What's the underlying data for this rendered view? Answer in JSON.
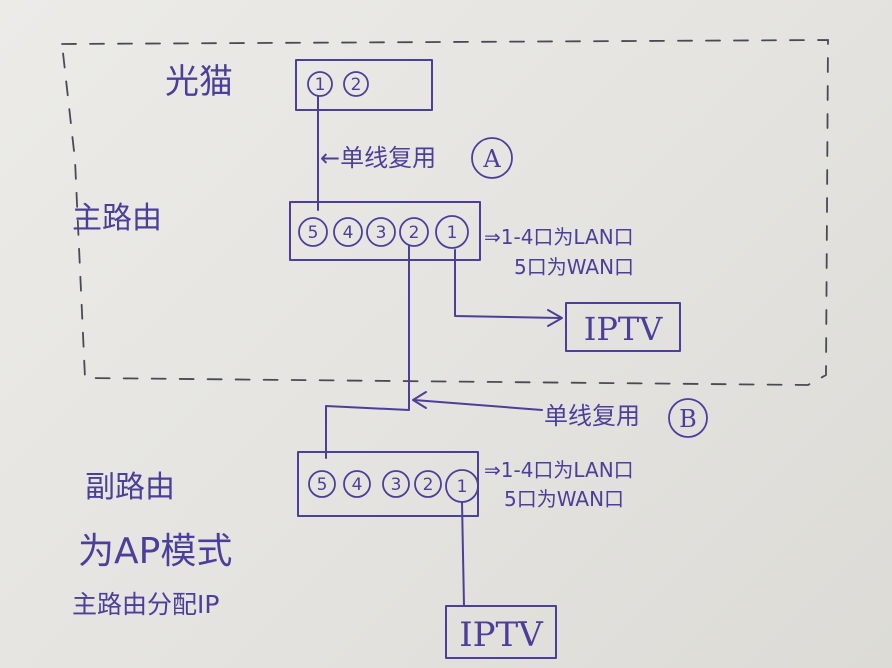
{
  "modem": {
    "label": "光猫",
    "ports": [
      "1",
      "2"
    ]
  },
  "link_a": {
    "label": "←单线复用",
    "tag": "A"
  },
  "main_router": {
    "label": "主路由",
    "ports": [
      "5",
      "4",
      "3",
      "2",
      "1"
    ],
    "note_line1": "⇒1-4口为LAN口",
    "note_line2": "5口为WAN口"
  },
  "iptv_top": {
    "label": "IPTV"
  },
  "link_b": {
    "label": "单线复用",
    "tag": "B"
  },
  "sub_router": {
    "label": "副路由",
    "ports": [
      "5",
      "4",
      "3",
      "2",
      "1"
    ],
    "note_line1": "⇒1-4口为LAN口",
    "note_line2": "5口为WAN口",
    "mode_line1": "为AP模式",
    "mode_line2": "主路由分配IP"
  },
  "iptv_bottom": {
    "label": "IPTV"
  },
  "colors": {
    "ink": "#4b3f9a",
    "paper": "#e8e7e3",
    "pencil": "#4a4a52"
  }
}
